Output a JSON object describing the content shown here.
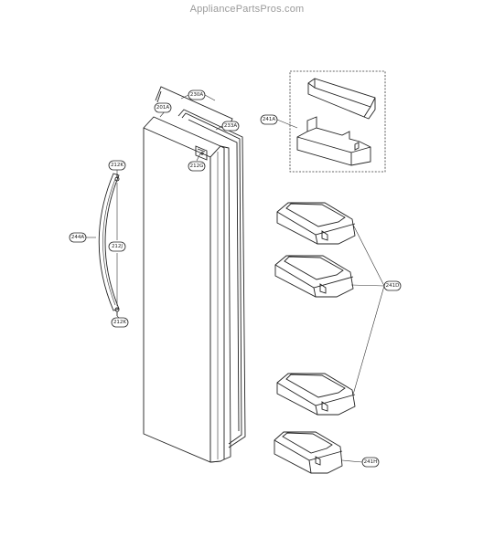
{
  "watermark": "AppliancePartsPros.com",
  "callouts": {
    "c230A": "230A",
    "c201A": "201A",
    "c233A": "233A",
    "c212G": "212G",
    "c212K_top": "212K",
    "c212J": "212J",
    "c244A": "244A",
    "c212K_bottom": "212K",
    "c241A": "241A",
    "c241D": "241D",
    "c241H": "241H"
  }
}
